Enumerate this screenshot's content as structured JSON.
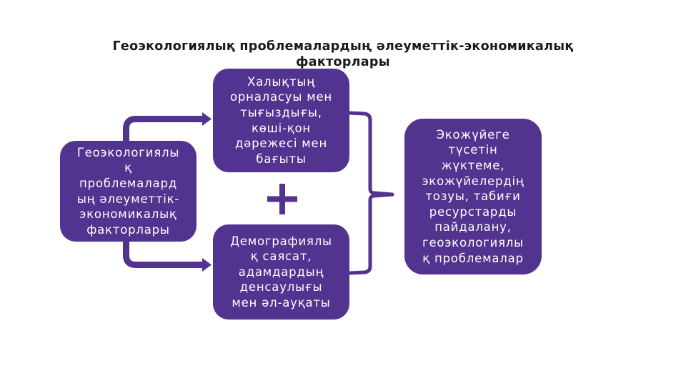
{
  "title": "Геоэкологиялық проблемалардың әлеуметтік-экономикалық факторлары",
  "colors": {
    "box_fill": "#52338f",
    "box_text": "#ffffff",
    "connector": "#52338f",
    "title_text": "#1a1a1a",
    "background": "#ffffff"
  },
  "boxes": {
    "source": {
      "text": "Геоэкологиялы\nқ\nпроблемалард\nың әлеуметтік-\nэкономикалық\nфакторлары"
    },
    "factor_population": {
      "text": "Халықтың\nорналасуы мен\nтығыздығы,\nкөші-қон\nдәрежесі мен\nбағыты"
    },
    "factor_demographic": {
      "text": "Демографиялы\nқ саясат,\nадамдардың\nденсаулығы\nмен әл-ауқаты"
    },
    "result": {
      "text": "Экожүйеге\nтүсетін\nжүктеме,\nэкожүйелердің\nтозуы, табиғи\nресурстарды\nпайдалану,\nгеоэкологиялы\nқ проблемалар"
    }
  },
  "connectors": {
    "plus_symbol": "plus-icon",
    "arrows": [
      "arrow-to-population",
      "arrow-to-demographic"
    ],
    "bracket": "right-brace"
  }
}
